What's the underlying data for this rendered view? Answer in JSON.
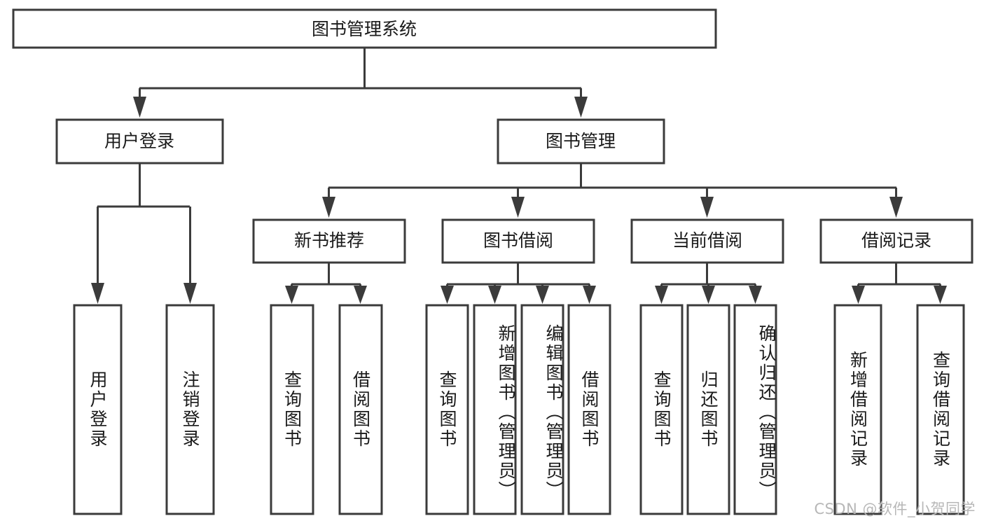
{
  "diagram": {
    "title": "图书管理系统",
    "type": "tree-hierarchy",
    "watermark": "CSDN @软件_小贺同学",
    "colors": {
      "box_stroke": "#3b3b3b",
      "box_fill": "#ffffff",
      "text": "#1a1a1a",
      "background": "#ffffff",
      "watermark": "#b7b7b7"
    }
  },
  "root": {
    "label": "图书管理系统"
  },
  "level2": [
    {
      "label": "用户登录"
    },
    {
      "label": "图书管理"
    }
  ],
  "level3": [
    {
      "label": "新书推荐"
    },
    {
      "label": "图书借阅"
    },
    {
      "label": "当前借阅"
    },
    {
      "label": "借阅记录"
    }
  ],
  "leaves": {
    "user_login": [
      {
        "label": "用户登录"
      },
      {
        "label": "注销登录"
      }
    ],
    "new_book": [
      {
        "label": "查询图书"
      },
      {
        "label": "借阅图书"
      }
    ],
    "book_borrow": [
      {
        "label": "查询图书"
      },
      {
        "label": "新增图书（管理员）"
      },
      {
        "label": "编辑图书（管理员）"
      },
      {
        "label": "借阅图书"
      }
    ],
    "current_borrow": [
      {
        "label": "查询图书"
      },
      {
        "label": "归还图书"
      },
      {
        "label": "确认归还（管理员）"
      }
    ],
    "borrow_record": [
      {
        "label": "新增借阅记录"
      },
      {
        "label": "查询借阅记录"
      }
    ]
  }
}
